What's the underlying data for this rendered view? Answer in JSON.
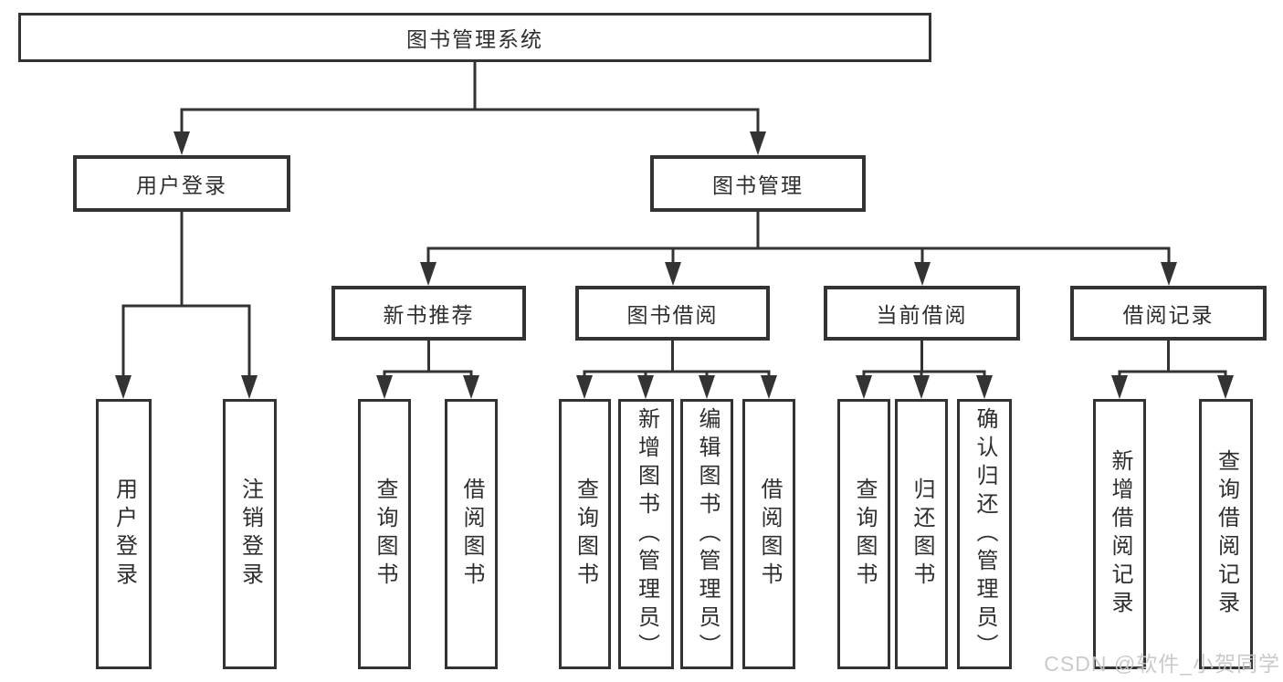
{
  "diagram_title": "图书管理系统",
  "tree": {
    "root": {
      "label": "图书管理系统"
    },
    "branches": [
      {
        "label": "用户登录",
        "children": [
          {
            "label": "用户登录"
          },
          {
            "label": "注销登录"
          }
        ]
      },
      {
        "label": "图书管理",
        "children": [
          {
            "label": "新书推荐",
            "children": [
              {
                "label": "查询图书"
              },
              {
                "label": "借阅图书"
              }
            ]
          },
          {
            "label": "图书借阅",
            "children": [
              {
                "label": "查询图书"
              },
              {
                "label": "新增图书（管理员）"
              },
              {
                "label": "编辑图书（管理员）"
              },
              {
                "label": "借阅图书"
              }
            ]
          },
          {
            "label": "当前借阅",
            "children": [
              {
                "label": "查询图书"
              },
              {
                "label": "归还图书"
              },
              {
                "label": "确认归还（管理员）"
              }
            ]
          },
          {
            "label": "借阅记录",
            "children": [
              {
                "label": "新增借阅记录"
              },
              {
                "label": "查询借阅记录"
              }
            ]
          }
        ]
      }
    ]
  },
  "watermark": {
    "text": "CSDN @软件_小贺同学"
  },
  "colors": {
    "line": "#333333",
    "text": "#2e2e2e",
    "background": "#ffffff",
    "watermark": "#c5c5c5"
  }
}
